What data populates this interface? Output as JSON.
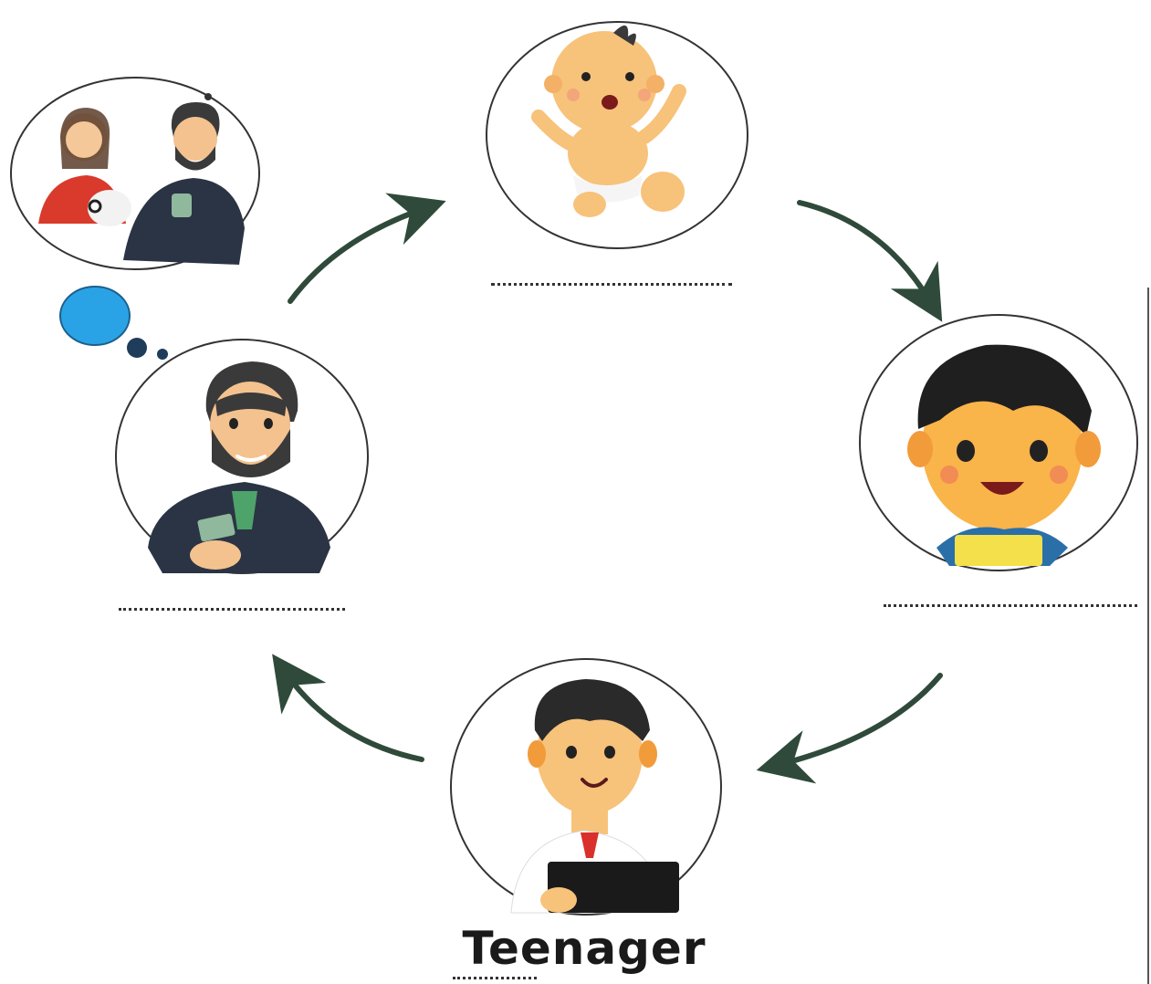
{
  "stages": [
    {
      "id": "baby",
      "label": ""
    },
    {
      "id": "child",
      "label": ""
    },
    {
      "id": "teenager",
      "label": "Teenager"
    },
    {
      "id": "adult",
      "label": ""
    }
  ],
  "colors": {
    "arrow": "#2f4a3a",
    "circle_outline": "#333333",
    "thought_bubble": "#2aa3e6",
    "skin": "#f7c27a",
    "hair": "#222222"
  }
}
